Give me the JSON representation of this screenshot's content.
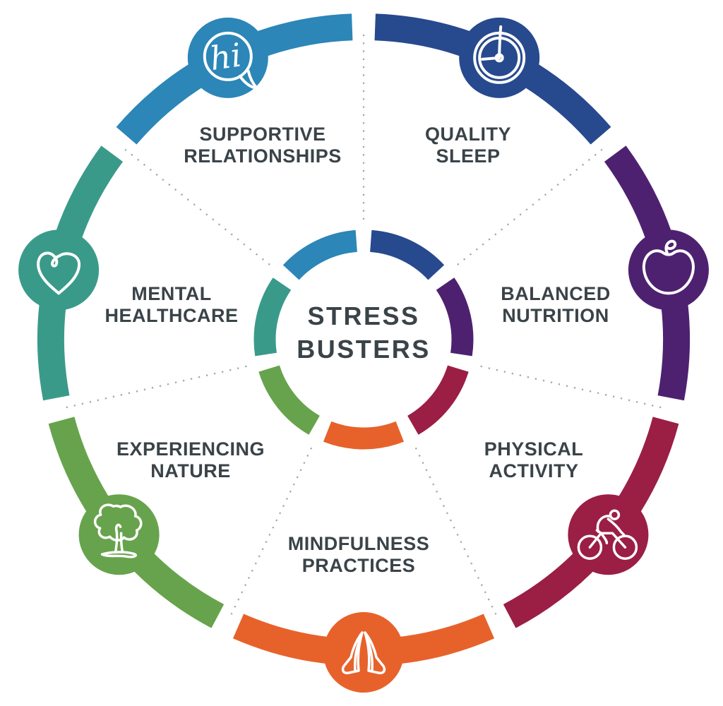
{
  "title": "STRESS BUSTERS",
  "center": {
    "line1": "STRESS",
    "line2": "BUSTERS"
  },
  "colors": {
    "background": "#FFFFFF",
    "label_text": "#3A4348",
    "dotted_line": "#A3A8AB",
    "icon_stroke": "#FFFFFF"
  },
  "wheel": {
    "segments": [
      {
        "name": "quality-sleep",
        "label_line1": "QUALITY",
        "label_line2": "SLEEP",
        "color": "#27498E",
        "icon": "clock-icon"
      },
      {
        "name": "balanced-nutrition",
        "label_line1": "BALANCED",
        "label_line2": "NUTRITION",
        "color": "#4E2170",
        "icon": "apple-icon"
      },
      {
        "name": "physical-activity",
        "label_line1": "PHYSICAL",
        "label_line2": "ACTIVITY",
        "color": "#9B1E45",
        "icon": "cyclist-icon"
      },
      {
        "name": "mindfulness-practices",
        "label_line1": "MINDFULNESS",
        "label_line2": "PRACTICES",
        "color": "#E7622B",
        "icon": "praying-hands-icon"
      },
      {
        "name": "experiencing-nature",
        "label_line1": "EXPERIENCING",
        "label_line2": "NATURE",
        "color": "#67A34C",
        "icon": "tree-icon"
      },
      {
        "name": "mental-healthcare",
        "label_line1": "MENTAL",
        "label_line2": "HEALTHCARE",
        "color": "#3A9A8A",
        "icon": "heart-icon"
      },
      {
        "name": "supportive-relationships",
        "label_line1": "SUPPORTIVE",
        "label_line2": "RELATIONSHIPS",
        "color": "#2C86B7",
        "icon": "speech-bubble-hi-icon"
      }
    ],
    "speech_bubble_text": "hi"
  }
}
